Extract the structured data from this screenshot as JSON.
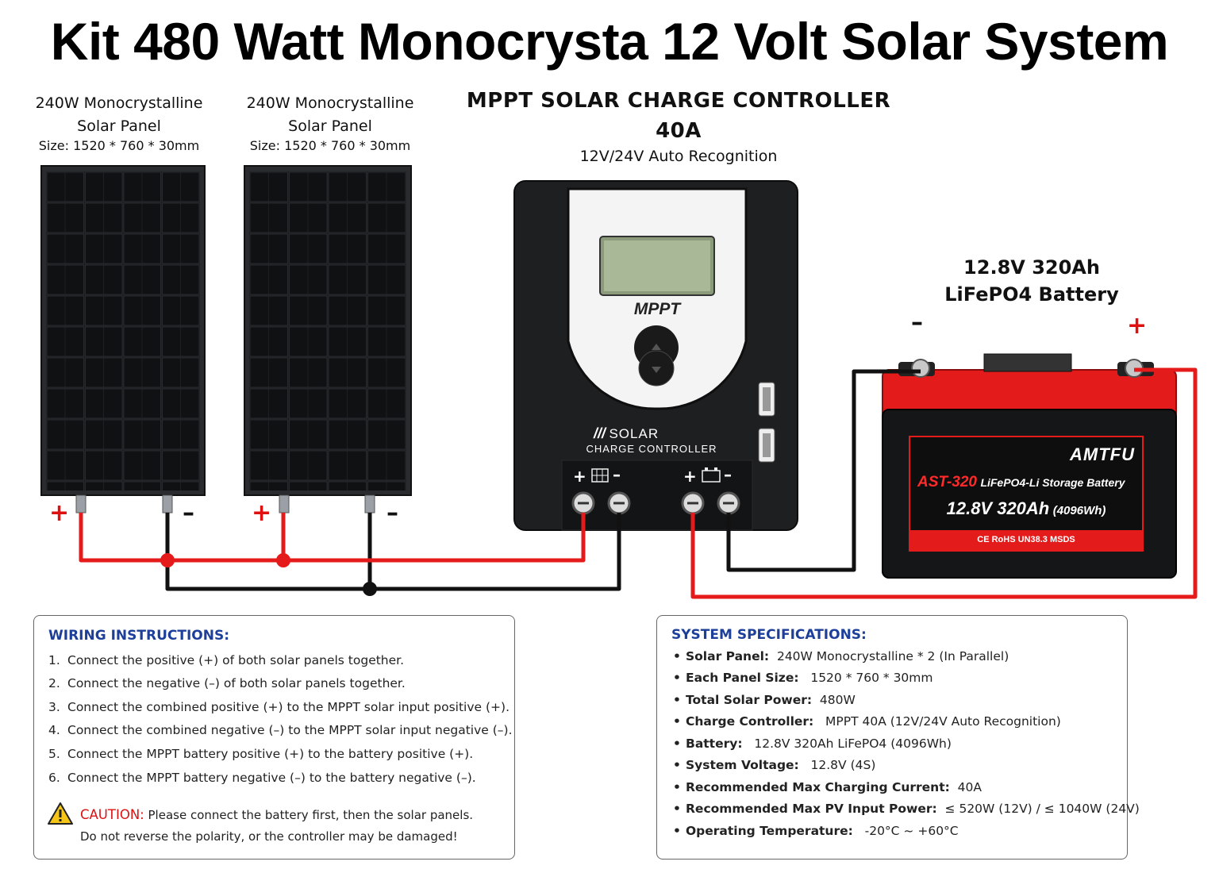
{
  "title": "Kit 480 Watt Monocrysta 12 Volt Solar System",
  "panels": [
    {
      "name_line1": "240W Monocrystalline",
      "name_line2": "Solar Panel",
      "size": "Size: 1520 * 760 * 30mm"
    },
    {
      "name_line1": "240W Monocrystalline",
      "name_line2": "Solar Panel",
      "size": "Size: 1520 * 760 * 30mm"
    }
  ],
  "polarity": {
    "plus": "+",
    "minus": "–"
  },
  "controller": {
    "title": "MPPT SOLAR CHARGE CONTROLLER",
    "current": "40A",
    "subtitle": "12V/24V Auto Recognition",
    "display_label": "MPPT",
    "brand_line1": "SOLAR",
    "brand_line2": "CHARGE CONTROLLER"
  },
  "battery": {
    "title_line1": "12.8V 320Ah",
    "title_line2": "LiFePO4 Battery",
    "brand": "AMTFU",
    "model": "AST-320",
    "type": "LiFePO4-Li Storage Battery",
    "rating": "12.8V 320Ah",
    "energy": "(4096Wh)",
    "certs": "CE  RoHS  UN38.3  MSDS"
  },
  "wiring": {
    "heading": "WIRING INSTRUCTIONS:",
    "steps": [
      {
        "num": "1.",
        "text": "Connect the positive (+) of both solar panels together."
      },
      {
        "num": "2.",
        "text": "Connect the negative (–) of both solar panels together."
      },
      {
        "num": "3.",
        "text": "Connect the combined positive (+) to the MPPT solar input positive (+)."
      },
      {
        "num": "4.",
        "text": "Connect the combined negative (–) to the MPPT solar input negative (–)."
      },
      {
        "num": "5.",
        "text": "Connect the MPPT battery positive (+) to the battery positive (+)."
      },
      {
        "num": "6.",
        "text": "Connect the MPPT battery negative (–) to the battery negative (–)."
      }
    ],
    "caution_label": "CAUTION:",
    "caution_line1": "Please connect the battery first, then the solar panels.",
    "caution_line2": "Do not reverse the polarity, or the controller may be damaged!"
  },
  "specs": {
    "heading": "SYSTEM SPECIFICATIONS:",
    "items": [
      {
        "label": "Solar Panel:",
        "value": "240W Monocrystalline * 2 (In Parallel)"
      },
      {
        "label": "Each Panel Size:",
        "value": "1520 * 760 * 30mm"
      },
      {
        "label": "Total Solar Power:",
        "value": "480W"
      },
      {
        "label": "Charge Controller:",
        "value": "MPPT 40A (12V/24V Auto Recognition)"
      },
      {
        "label": "Battery:",
        "value": "12.8V 320Ah LiFePO4  (4096Wh)"
      },
      {
        "label": "System Voltage:",
        "value": "12.8V (4S)"
      },
      {
        "label": "Recommended Max Charging Current:",
        "value": "40A"
      },
      {
        "label": "Recommended Max PV Input Power:",
        "value": "≤ 520W (12V) / ≤ 1040W (24V)"
      },
      {
        "label": "Operating Temperature:",
        "value": "-20°C ~ +60°C"
      }
    ]
  },
  "colors": {
    "positive_wire": "#e51b1b",
    "negative_wire": "#111111",
    "heading_blue": "#1d3f9a",
    "battery_red": "#e31b1b"
  }
}
